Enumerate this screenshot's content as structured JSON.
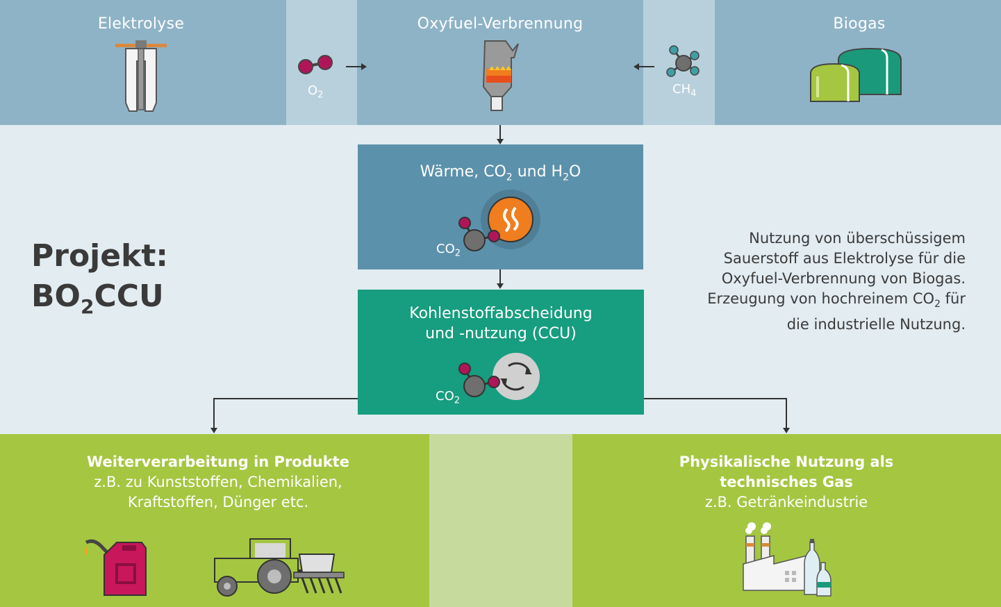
{
  "top": {
    "elektrolyse": "Elektrolyse",
    "oxyfuel": "Oxyfuel-Verbrennung",
    "biogas": "Biogas",
    "o2": "O",
    "o2_sub": "2",
    "ch4": "CH",
    "ch4_sub": "4"
  },
  "heat_box": {
    "title_a": "Wärme, CO",
    "title_sub1": "2",
    "title_b": " und H",
    "title_sub2": "2",
    "title_c": "O",
    "co2": "CO",
    "co2_sub": "2"
  },
  "ccu_box": {
    "line1": "Kohlenstoffabscheidung",
    "line2": "und -nutzung (CCU)",
    "co2": "CO",
    "co2_sub": "2"
  },
  "project": {
    "line1": "Projekt:",
    "line2a": "BO",
    "line2sub": "2",
    "line2b": "CCU"
  },
  "description": {
    "l1": "Nutzung von überschüssigem",
    "l2": "Sauerstoff aus Elektrolyse für die",
    "l3": "Oxyfuel-Verbrennung von Biogas.",
    "l4a": "Erzeugung von hochreinem CO",
    "l4sub": "2",
    "l4b": " für",
    "l5": "die industrielle Nutzung."
  },
  "bottom_left": {
    "title": "Weiterverarbeitung in Produkte",
    "l1": "z.B. zu Kunststoffen, Chemikalien,",
    "l2": "Kraftstoffen, Dünger etc."
  },
  "bottom_right": {
    "title1": "Physikalische Nutzung als",
    "title2": "technisches Gas",
    "l1": "z.B. Getränkeindustrie"
  },
  "colors": {
    "top_band": "#8fb3c6",
    "heat_box": "#5c91ab",
    "ccu_box": "#179d7f",
    "green": "#a5c641",
    "oxygen_atom": "#b0155a",
    "carbon_atom": "#6f6f6f",
    "flame_orange": "#f07d1e"
  }
}
